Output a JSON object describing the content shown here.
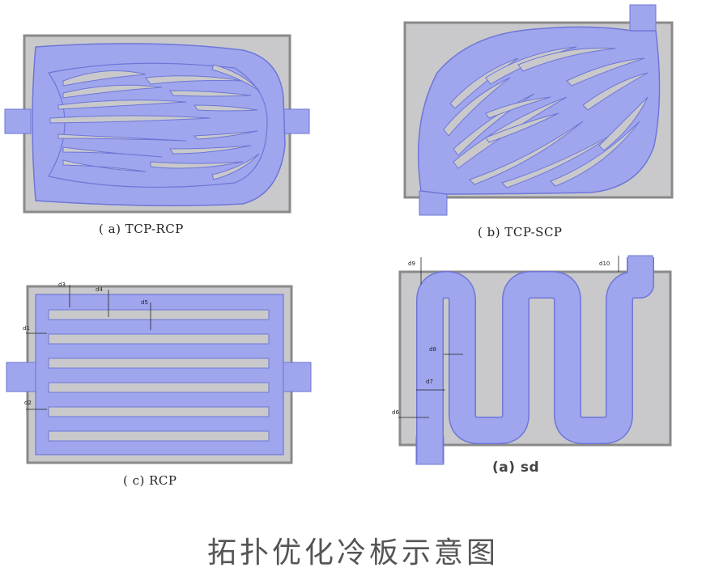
{
  "figure": {
    "title": "拓扑优化冷板示意图"
  },
  "panels": {
    "a": {
      "caption": "( a)  TCP-RCP"
    },
    "b": {
      "caption": "( b)  TCP-SCP"
    },
    "c": {
      "caption": "( c)  RCP",
      "dims": [
        "d3",
        "d4",
        "d5",
        "d1",
        "d2"
      ]
    },
    "d": {
      "caption": "(a)  sd",
      "dims": [
        "d9",
        "d10",
        "d8",
        "d7",
        "d6"
      ]
    }
  },
  "colors": {
    "plate": "#c9c9cc",
    "plate_border": "#8a8a8a",
    "channel": "#9fa6ee",
    "channel_stroke": "#6e76d6"
  }
}
